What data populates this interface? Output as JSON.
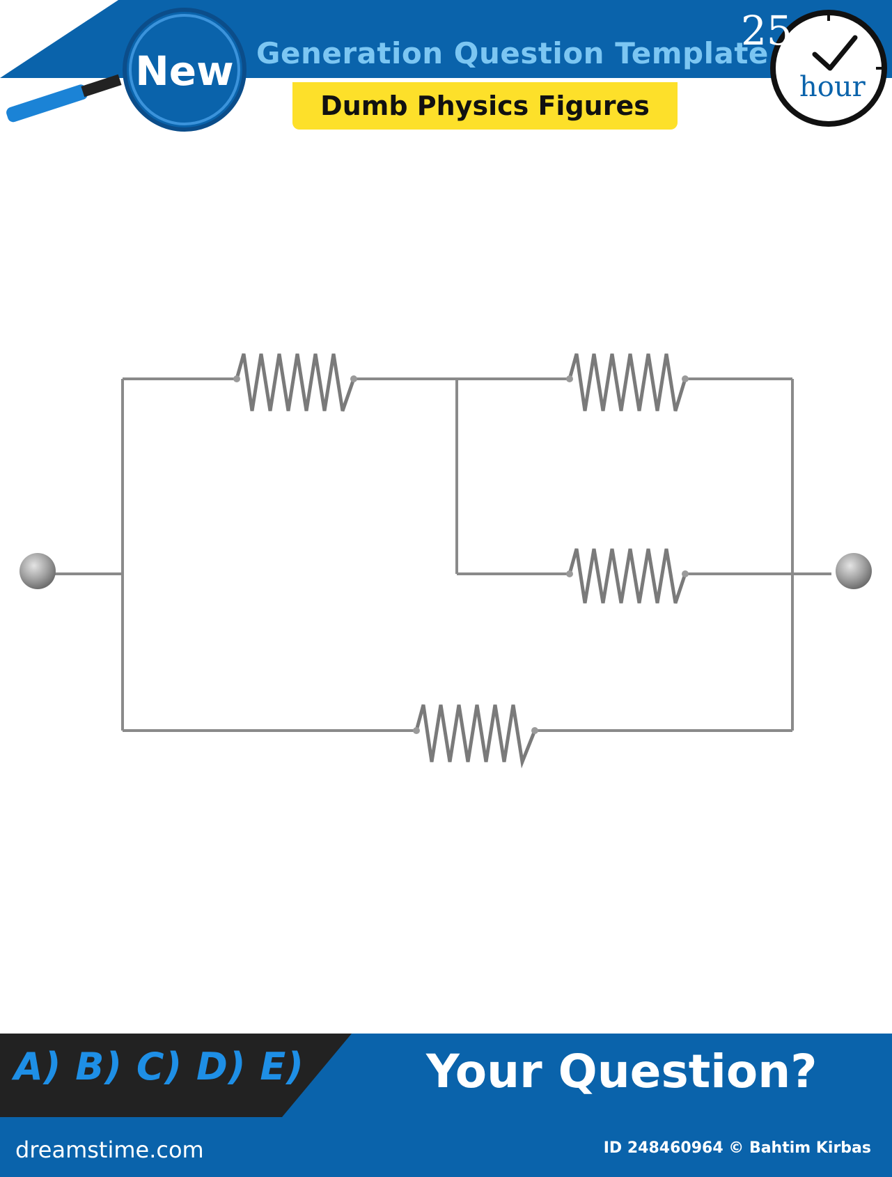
{
  "header": {
    "title": "Generation Question Template",
    "subtitle": "Dumb Physics Figures",
    "badge": "New",
    "clock_number": "25.",
    "clock_unit": "hour"
  },
  "circuit": {
    "components": [
      "resistor",
      "resistor",
      "resistor",
      "resistor"
    ],
    "terminals": [
      "left-terminal",
      "right-terminal"
    ]
  },
  "footer": {
    "answers": "A) B) C) D) E)",
    "question": "Your Question?",
    "site": "dreamstime.com",
    "credit": "ID 248460964 © Bahtim Kirbas"
  },
  "colors": {
    "brand_blue": "#0a63ab",
    "highlight_yellow": "#fde02a",
    "wire_gray": "#8a8a8a"
  }
}
